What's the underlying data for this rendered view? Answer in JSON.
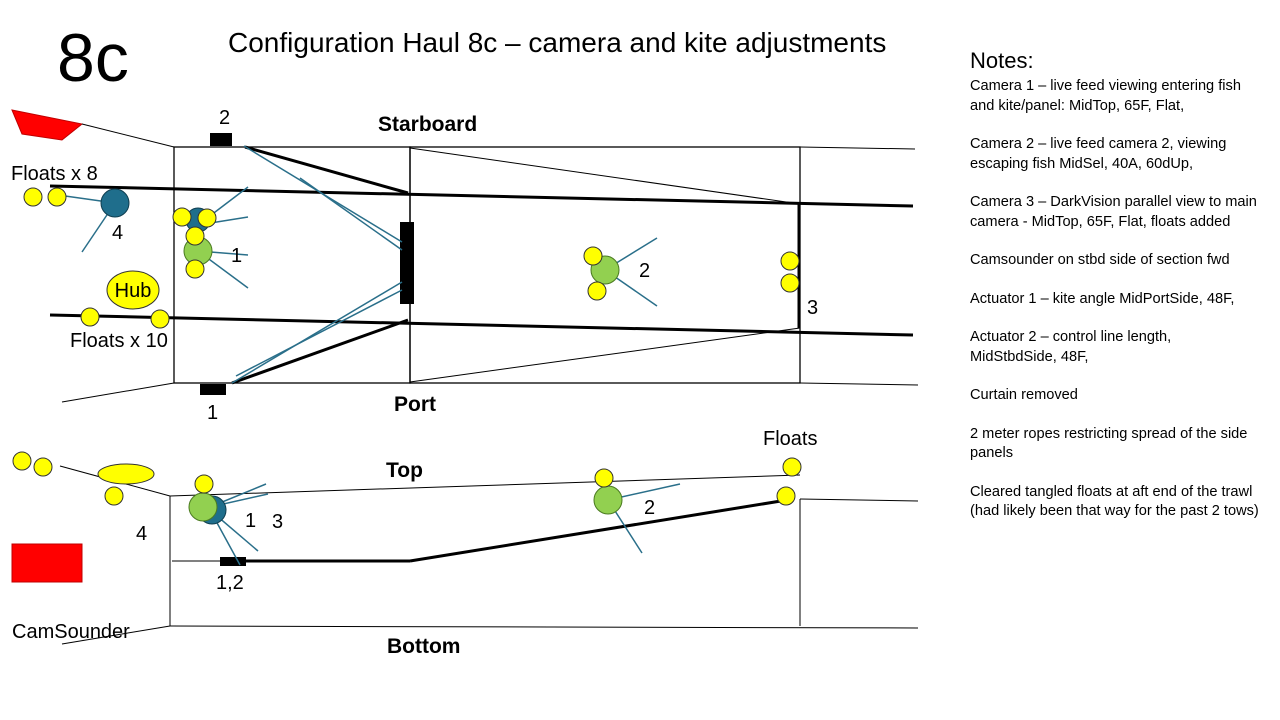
{
  "slide_number": "8c",
  "title": "Configuration Haul 8c – camera and kite adjustments",
  "colors": {
    "float": "#ffff00",
    "camera_green": "#92d050",
    "camera_blue": "#1f6e8c",
    "vessel_red": "#ff0000",
    "rope": "#2a6f8a"
  },
  "plan_view": {
    "starboard_label": "Starboard",
    "port_label": "Port",
    "floats_upper_label": "Floats x 8",
    "floats_lower_label": "Floats x 10",
    "hub_label": "Hub",
    "labels": {
      "camera_4": "4",
      "camera_1": "1",
      "camera_2": "2",
      "marker_3": "3",
      "actuator_2": "2",
      "actuator_1": "1"
    }
  },
  "side_view": {
    "top_label": "Top",
    "bottom_label": "Bottom",
    "floats_label": "Floats",
    "camsounder_label": "CamSounder",
    "labels": {
      "camera_4": "4",
      "camera_1": "1",
      "camera_3": "3",
      "camera_2": "2",
      "actuators": "1,2"
    }
  },
  "notes": {
    "heading": "Notes:",
    "items": [
      "Camera 1 – live feed viewing entering fish and kite/panel: MidTop, 65F, Flat,",
      "Camera 2 – live feed camera 2, viewing escaping fish MidSel, 40A, 60dUp,",
      "Camera 3 – DarkVision parallel view to main camera - MidTop, 65F, Flat, floats added",
      "Camsounder on stbd side of section fwd",
      "Actuator 1 – kite angle MidPortSide, 48F,",
      "Actuator 2 – control line length, MidStbdSide, 48F,",
      "Curtain removed",
      "2 meter ropes restricting spread of the side panels",
      "Cleared tangled floats at aft end of the trawl (had likely been that way for the past 2 tows)"
    ]
  }
}
